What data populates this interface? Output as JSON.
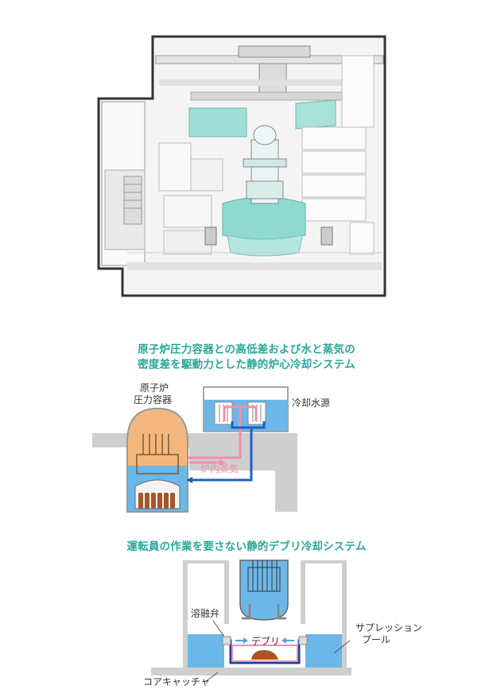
{
  "section1": {
    "title_line1": "原子炉圧力容器との高低差および水と蒸気の",
    "title_line2": "密度差を駆動力とした静的炉心冷却システム",
    "rpv_label_line1": "原子炉",
    "rpv_label_line2": "圧力容器",
    "cooling_source_label": "冷却水源",
    "steam_label": "炉内蒸気"
  },
  "section2": {
    "title": "運転員の作業を要さない静的デブリ冷却システム",
    "valve_label": "溶融弁",
    "debris_label": "デブリ",
    "suppression_line1": "サプレッション",
    "suppression_line2": "プール",
    "core_catcher_label": "コアキャッチャ"
  },
  "colors": {
    "accent_title": "#2aa79a",
    "water": "#6bb8e8",
    "rpv_orange": "#f3b77d",
    "steam_pink": "#f08fa8",
    "flow_blue": "#1f5fc8",
    "concrete": "#cfcfcf",
    "debris": "#a8552a"
  }
}
